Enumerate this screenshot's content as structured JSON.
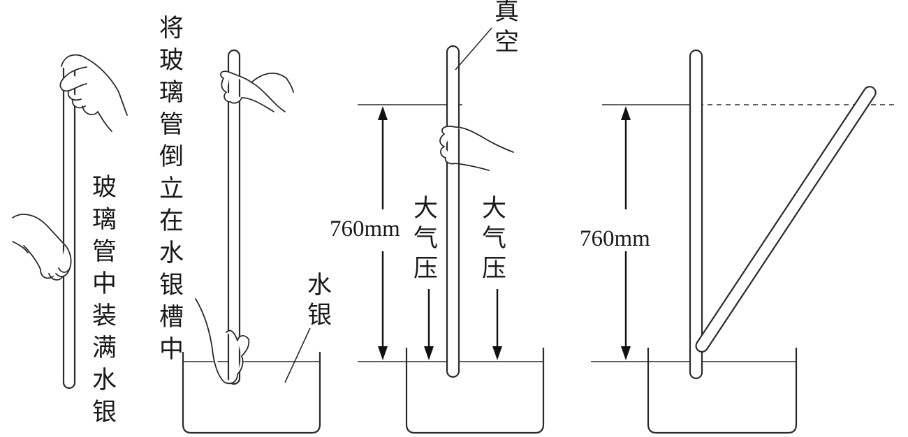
{
  "steps": {
    "fill": {
      "label": "玻璃管中装满水银"
    },
    "invert": {
      "label": "将玻璃管倒立在水银槽中"
    },
    "mercury": {
      "label": "水银"
    }
  },
  "measure": {
    "vacuum": "真空",
    "pressure_left": "大气压",
    "pressure_right": "大气压",
    "height_value": "760mm"
  },
  "tilt": {
    "height_value": "760mm"
  }
}
